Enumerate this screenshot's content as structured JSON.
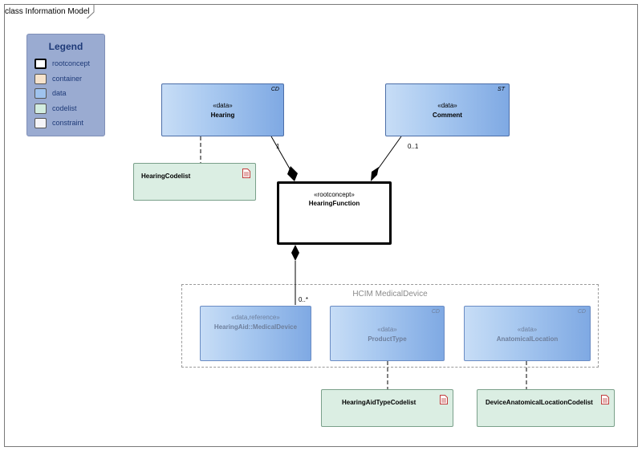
{
  "frame": {
    "title": "class Information Model"
  },
  "legend": {
    "title": "Legend",
    "items": [
      {
        "label": "rootconcept",
        "color": "#ffffff"
      },
      {
        "label": "container",
        "color": "#f6e3cc"
      },
      {
        "label": "data",
        "color": "#9fc3ee"
      },
      {
        "label": "codelist",
        "color": "#d3ede0"
      },
      {
        "label": "constraint",
        "color": "#f4f4f8"
      }
    ]
  },
  "classes": {
    "hearing": {
      "stereotype": "«data»",
      "name": "Hearing",
      "type": "CD"
    },
    "comment": {
      "stereotype": "«data»",
      "name": "Comment",
      "type": "ST"
    },
    "hearing_function": {
      "stereotype": "«rootconcept»",
      "name": "HearingFunction"
    },
    "medical_device": {
      "stereotype": "«data,reference»",
      "name": "HearingAid::MedicalDevice"
    },
    "product_type": {
      "stereotype": "«data»",
      "name": "ProductType",
      "type": "CD"
    },
    "anatomical_location": {
      "stereotype": "«data»",
      "name": "AnatomicalLocation",
      "type": "CD"
    }
  },
  "codelists": {
    "hearing": {
      "name": "HearingCodelist"
    },
    "hearing_aid_type": {
      "name": "HearingAidTypeCodelist"
    },
    "device_anatomical_location": {
      "name": "DeviceAnatomicalLocationCodelist"
    }
  },
  "package": {
    "name": "HCIM MedicalDevice"
  },
  "multiplicities": {
    "hearing": "1",
    "comment": "0..1",
    "medical_device": "0..*"
  },
  "colors": {
    "data": "#9fc3ee",
    "codelist": "#dbeee3",
    "package_border": "#9a9a9a"
  }
}
